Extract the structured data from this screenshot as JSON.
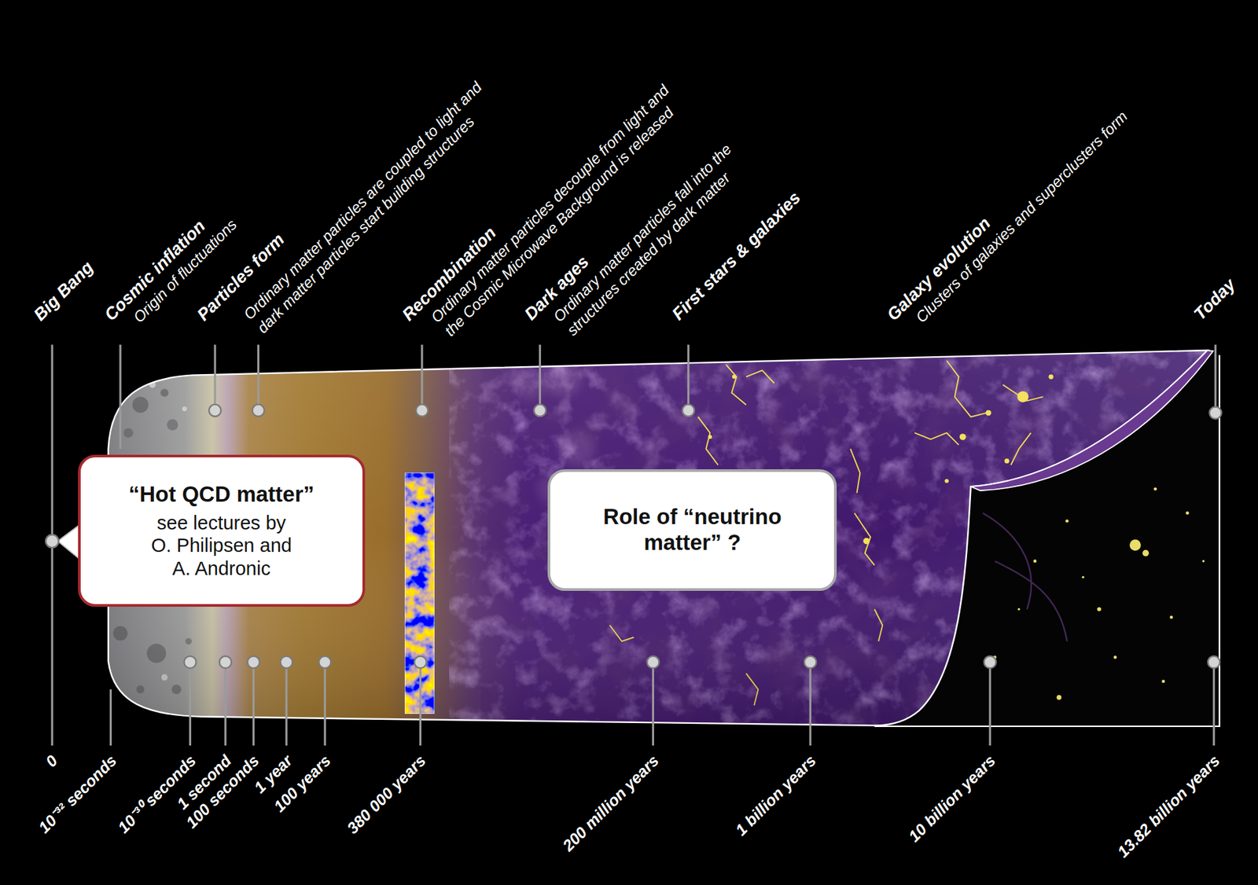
{
  "diagram": {
    "nodes": [
      {
        "text": [
          "“Hot QCD matter”",
          "see lectures by O. Philipsen and A. Andronic"
        ]
      },
      {
        "text": [
          "Role of “neutrino matter” ?"
        ]
      }
    ],
    "labels": [
      "Big Bang",
      "Cosmic inflation",
      "Origin of fluctuations",
      "Particles form",
      "Ordinary matter particles are coupled to light and dark matter particles start building structures",
      "Recombination",
      "Ordinary matter particles decouple from light and the Cosmic Microwave Background is released",
      "Dark ages",
      "Ordinary matter particles fall into the structures created by dark matter",
      "First stars & galaxies",
      "Galaxy evolution",
      "Clusters of galaxies and superclusters form",
      "Today",
      "0",
      "10⁻³² seconds",
      "10⁻³⁰ seconds",
      "1 second",
      "100 seconds",
      "1 year",
      "100 years",
      "380 000 years",
      "200 million years",
      "1 billion years",
      "10 billion years",
      "13.82 billion years"
    ]
  }
}
